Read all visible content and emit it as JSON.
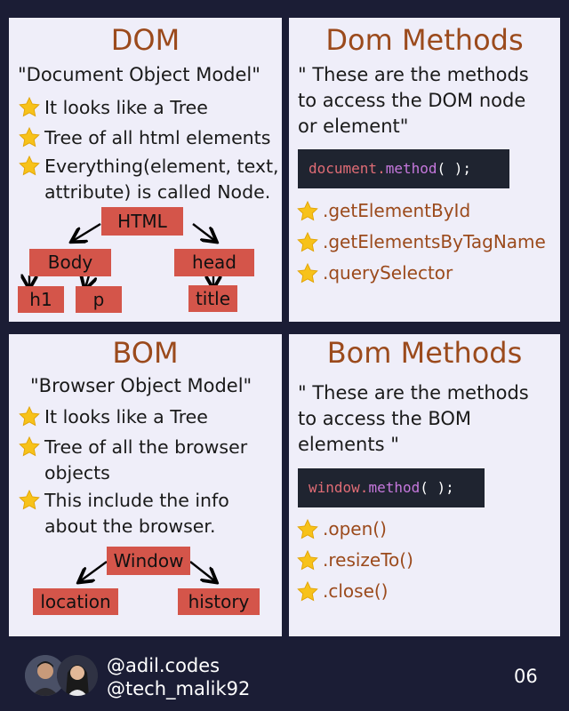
{
  "dom": {
    "title": "DOM",
    "subtitle": "\"Document Object Model\"",
    "bullets": [
      "It looks like a Tree",
      "Tree of all html elements",
      "Everything(element, text,",
      "attribute) is called Node."
    ],
    "tree": {
      "root": "HTML",
      "body": "Body",
      "head": "head",
      "h1": "h1",
      "p": "p",
      "title": "title"
    }
  },
  "dom_methods": {
    "title": "Dom Methods",
    "quote_lines": [
      "\" These  are the methods",
      "to access the DOM node",
      "or element\""
    ],
    "code": {
      "object": "document",
      "dot": ".",
      "method": "method",
      "parens": "( );"
    },
    "methods": [
      ".getElementById",
      ".getElementsByTagName",
      ".querySelector"
    ]
  },
  "bom": {
    "title": "BOM",
    "subtitle": "\"Browser Object Model\"",
    "bullets": [
      "It looks like a Tree",
      "Tree of all the browser",
      "objects",
      "This include the info",
      "about the browser."
    ],
    "tree": {
      "root": "Window",
      "left": "location",
      "right": "history"
    }
  },
  "bom_methods": {
    "title": "Bom Methods",
    "quote_lines": [
      "\" These  are the methods",
      "to access the BOM",
      "elements \""
    ],
    "code": {
      "object": "window",
      "dot": ".",
      "method": "method",
      "parens": "( );"
    },
    "methods": [
      ".open()",
      ".resizeTo()",
      ".close()"
    ]
  },
  "footer": {
    "handles": [
      "@adil.codes",
      "@tech_malik92"
    ],
    "page_number": "06"
  },
  "colors": {
    "background": "#1b1d35",
    "card": "#efeef9",
    "title": "#9b4a1c",
    "node": "#d4554a",
    "code_bg": "#1f2430"
  },
  "icons": {
    "bullet": "star-icon"
  }
}
